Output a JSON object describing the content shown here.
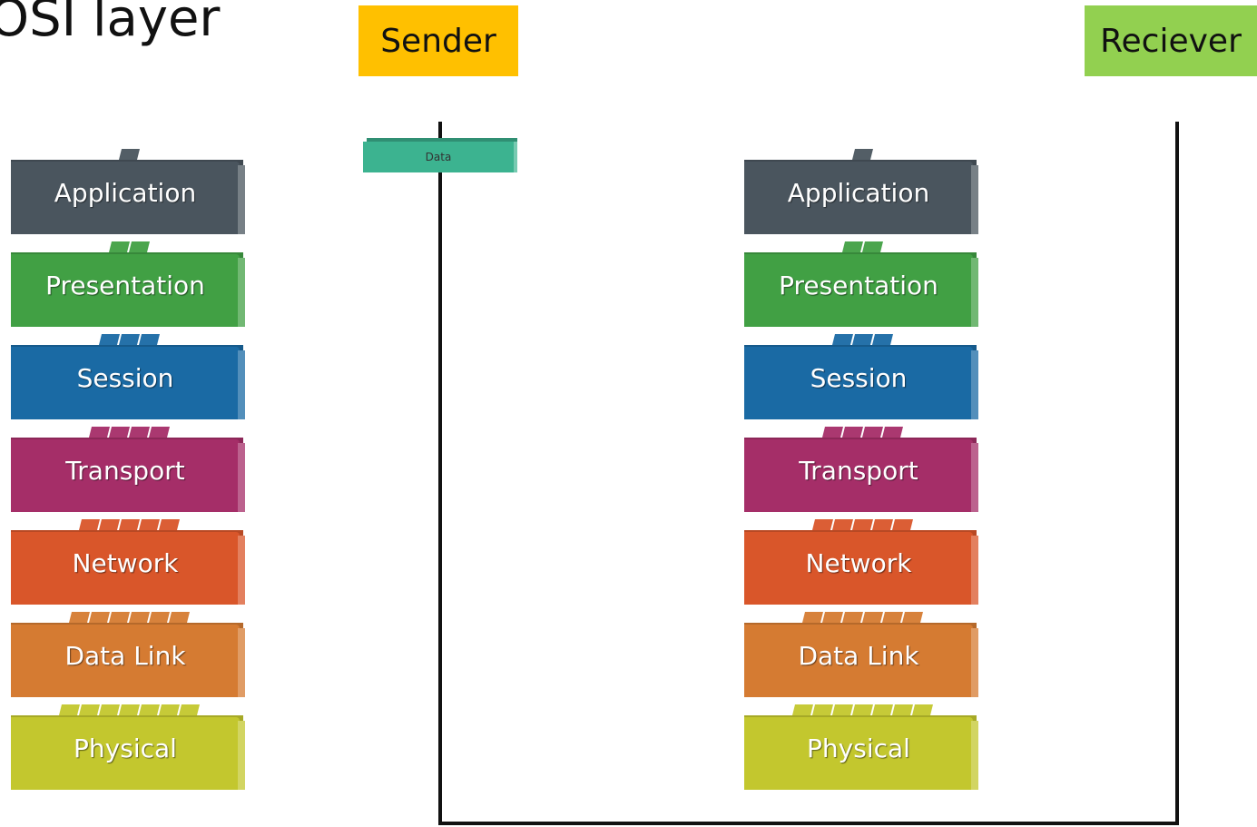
{
  "title": "OSI layer",
  "sender": {
    "label": "Sender",
    "color": "#ffc000"
  },
  "receiver": {
    "label": "Reciever",
    "color": "#92d050"
  },
  "packet": {
    "label": "Data",
    "color": "#3cb390"
  },
  "layers": [
    {
      "name": "Application",
      "color": "#4a555e",
      "tabs": 1
    },
    {
      "name": "Presentation",
      "color": "#41a044",
      "tabs": 2
    },
    {
      "name": "Session",
      "color": "#1a6aa4",
      "tabs": 3
    },
    {
      "name": "Transport",
      "color": "#a52e68",
      "tabs": 4
    },
    {
      "name": "Network",
      "color": "#d9562a",
      "tabs": 5
    },
    {
      "name": "Data Link",
      "color": "#d57b32",
      "tabs": 6
    },
    {
      "name": "Physical",
      "color": "#c3c72e",
      "tabs": 7
    }
  ]
}
